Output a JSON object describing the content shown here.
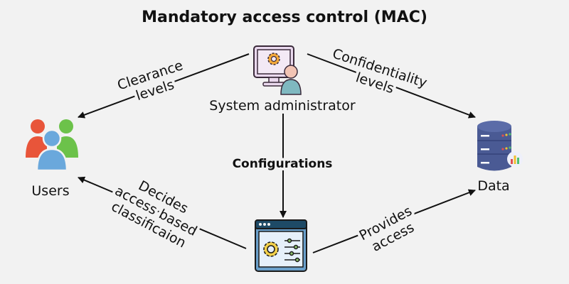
{
  "title": "Mandatory access control (MAC)",
  "nodes": {
    "admin": "System administrator",
    "users": "Users",
    "data": "Data"
  },
  "edges": {
    "clearance": [
      "Clearance",
      "levels"
    ],
    "confidentiality": [
      "Confidentiality",
      "levels"
    ],
    "configurations": "Configurations",
    "decides": [
      "Decides",
      "access based",
      "classificaion"
    ],
    "provides": [
      "Provides",
      "access"
    ]
  },
  "colors": {
    "background": "#f2f2f2",
    "line": "#111111"
  }
}
